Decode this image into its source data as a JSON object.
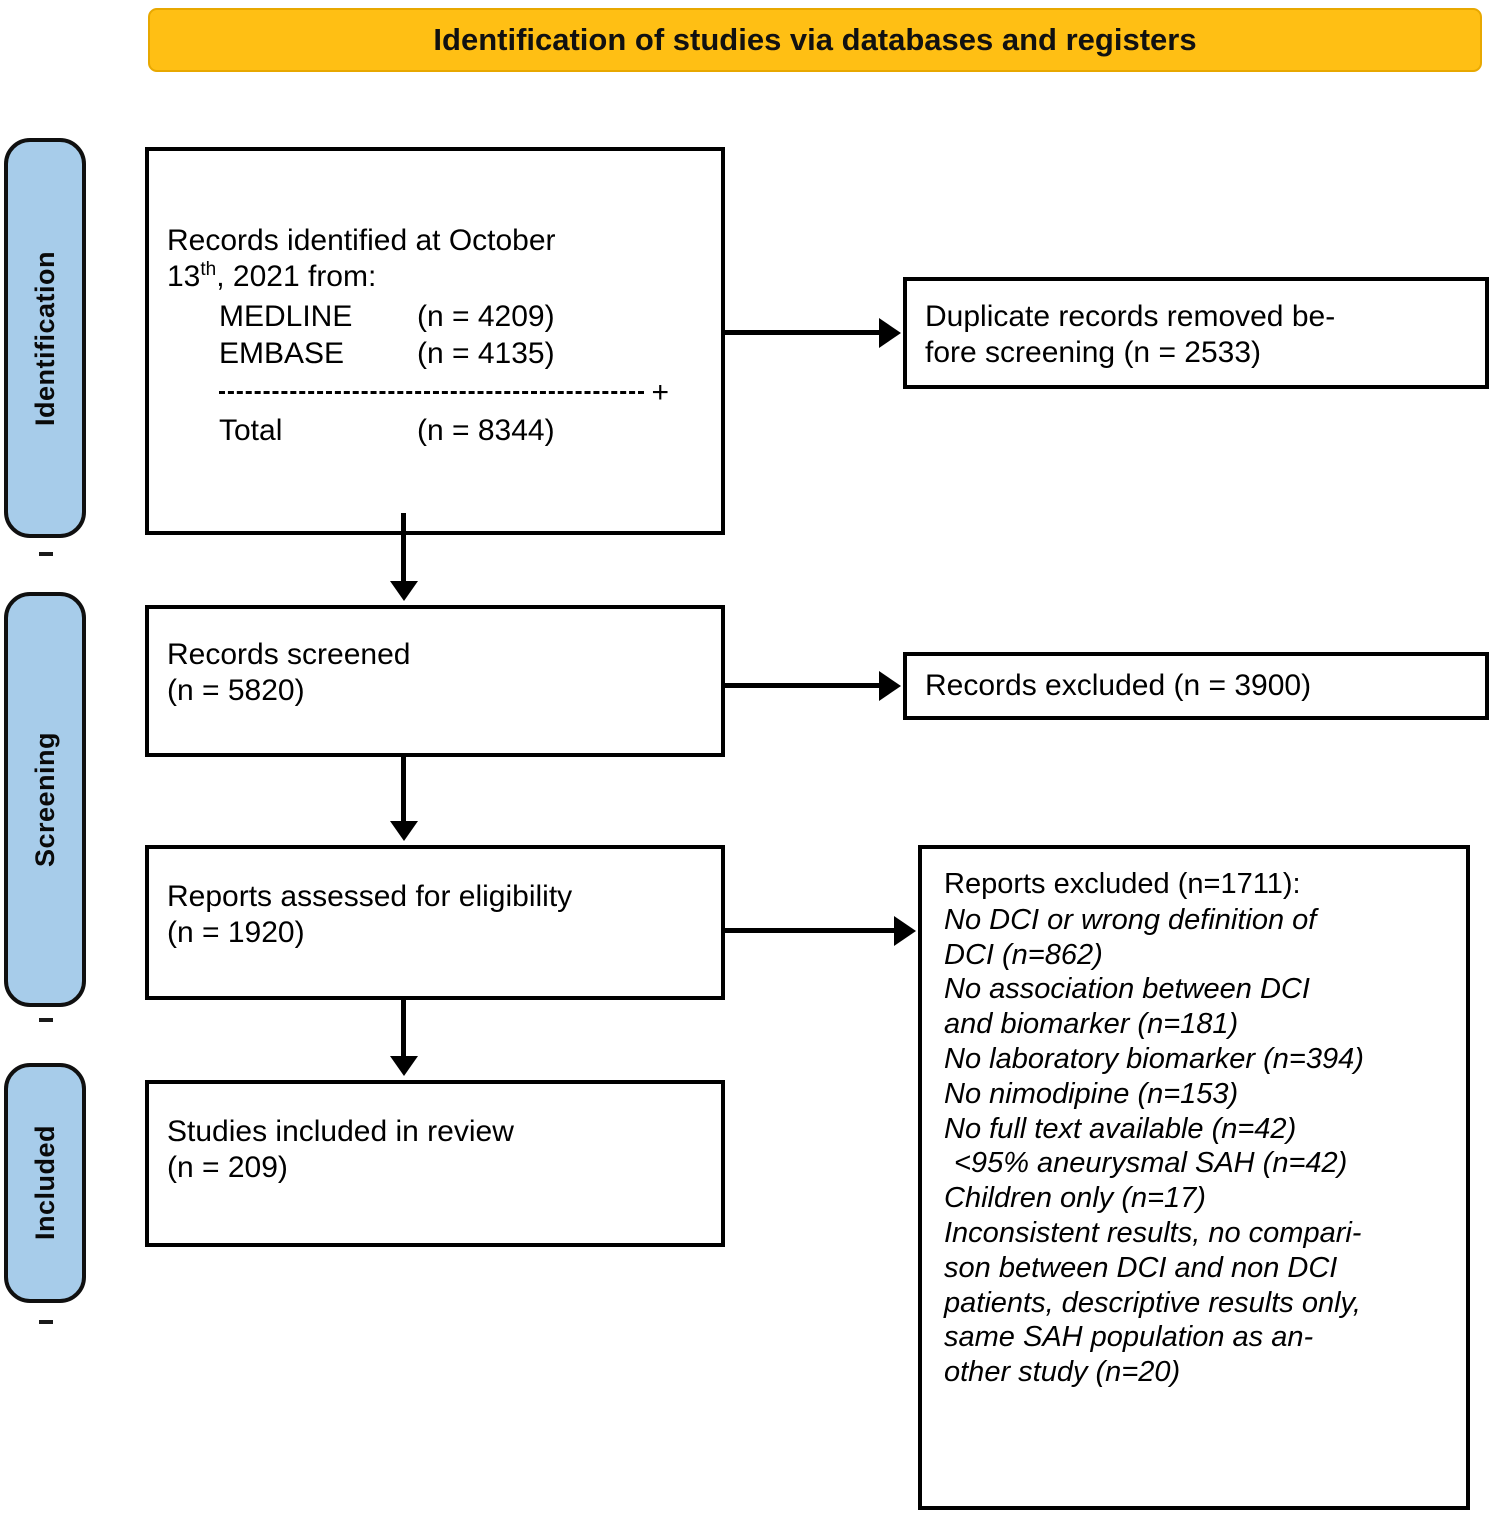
{
  "header": {
    "title": "Identification of studies via databases and registers",
    "bg_color": "#FFBF14"
  },
  "rails": {
    "bg_color": "#A7CCEA",
    "items": [
      {
        "label": "Identification"
      },
      {
        "label": "Screening"
      },
      {
        "label": "Included"
      }
    ]
  },
  "boxes": {
    "identified": {
      "heading_line1": "Records identified at October",
      "heading_line2_pre": "13",
      "heading_line2_sup": "th",
      "heading_line2_post": ", 2021 from:",
      "sources": [
        {
          "name": "MEDLINE",
          "count": "(n = 4209)"
        },
        {
          "name": "EMBASE",
          "count": "(n = 4135)"
        }
      ],
      "plus_symbol": "+",
      "total_label": "Total",
      "total_count": "(n = 8344)"
    },
    "duplicates": {
      "text": "Duplicate records removed be-\nfore screening (n = 2533)"
    },
    "screened": {
      "text": "Records screened\n(n = 5820)"
    },
    "records_excluded": {
      "text": "Records excluded (n = 3900)"
    },
    "eligibility": {
      "text": "Reports assessed for eligibility\n(n = 1920)"
    },
    "reports_excluded": {
      "title": "Reports excluded (n=1711):",
      "items": [
        "No DCI or wrong definition of\nDCI (n=862)",
        "No association between DCI\nand biomarker (n=181)",
        "No laboratory biomarker (n=394)",
        "No nimodipine (n=153)",
        "No full text available (n=42)",
        "<95% aneurysmal SAH (n=42)",
        "Children only (n=17)",
        "Inconsistent results, no compari-\nson between DCI and non DCI\npatients, descriptive results only,\nsame SAH population as an-\nother study (n=20)"
      ]
    },
    "included": {
      "text": "Studies included in review\n(n = 209)"
    }
  }
}
